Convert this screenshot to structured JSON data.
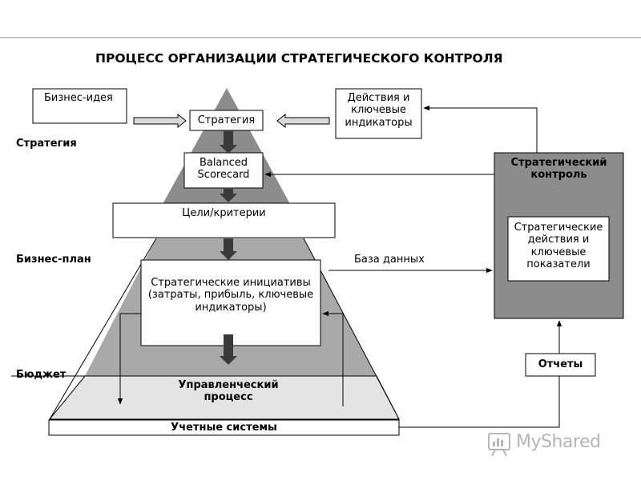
{
  "title": "ПРОЦЕСС ОРГАНИЗАЦИИ СТРАТЕГИЧЕСКОГО КОНТРОЛЯ",
  "levels": {
    "strategy": "Стратегия",
    "business_plan": "Бизнес-план",
    "budget": "Бюджет"
  },
  "boxes": {
    "business_idea": "Бизнес-идея",
    "strategy": "Стратегия",
    "actions": [
      "Действия и",
      "ключевые",
      "индикаторы"
    ],
    "balanced_scorecard": [
      "Balanced",
      "Scorecard"
    ],
    "goals": "Цели/критерии",
    "initiatives": [
      "Стратегические инициативы",
      "(затраты, прибыль, ключевые",
      "индикаторы)"
    ],
    "management_process": [
      "Управленческий",
      "процесс"
    ],
    "accounting_systems": "Учетные системы",
    "strategic_control": [
      "Стратегический",
      "контроль"
    ],
    "strategic_actions": [
      "Стратегические",
      "действия и",
      "ключевые",
      "показатели"
    ],
    "reports": "Отчеты"
  },
  "labels": {
    "database": "База данных"
  },
  "watermark": {
    "text": "MyShared"
  },
  "colors": {
    "pyramid_top": "#8c8c8c",
    "pyramid_middle": "#a9a9a9",
    "pyramid_base": "#e4e4e4",
    "control_panel": "#8c8c8c",
    "arrow_fill": "#d9d9d9",
    "down_arrow": "#3a3a3a"
  }
}
